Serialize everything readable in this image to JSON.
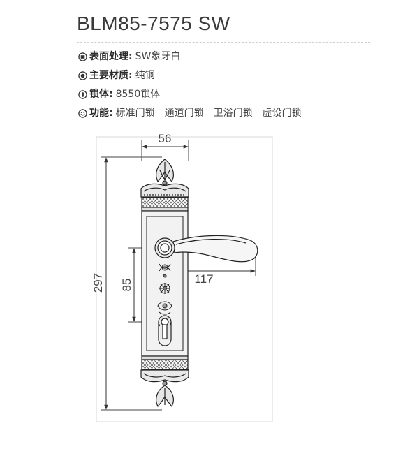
{
  "product": {
    "model": "BLM85-7575 SW"
  },
  "specs": [
    {
      "label": "表面处理",
      "value": "SW象牙白",
      "icon": "finish-icon"
    },
    {
      "label": "主要材质",
      "value": "纯铜",
      "icon": "material-icon"
    },
    {
      "label": "锁体",
      "value": "8550锁体",
      "icon": "lockbody-icon"
    }
  ],
  "functions": {
    "label": "功能",
    "icon": "function-icon",
    "items": [
      "标准门锁",
      "通道门锁",
      "卫浴门锁",
      "虚设门锁"
    ]
  },
  "dimensions": {
    "width": "56",
    "height": "297",
    "center_distance": "85",
    "handle_length": "117"
  }
}
